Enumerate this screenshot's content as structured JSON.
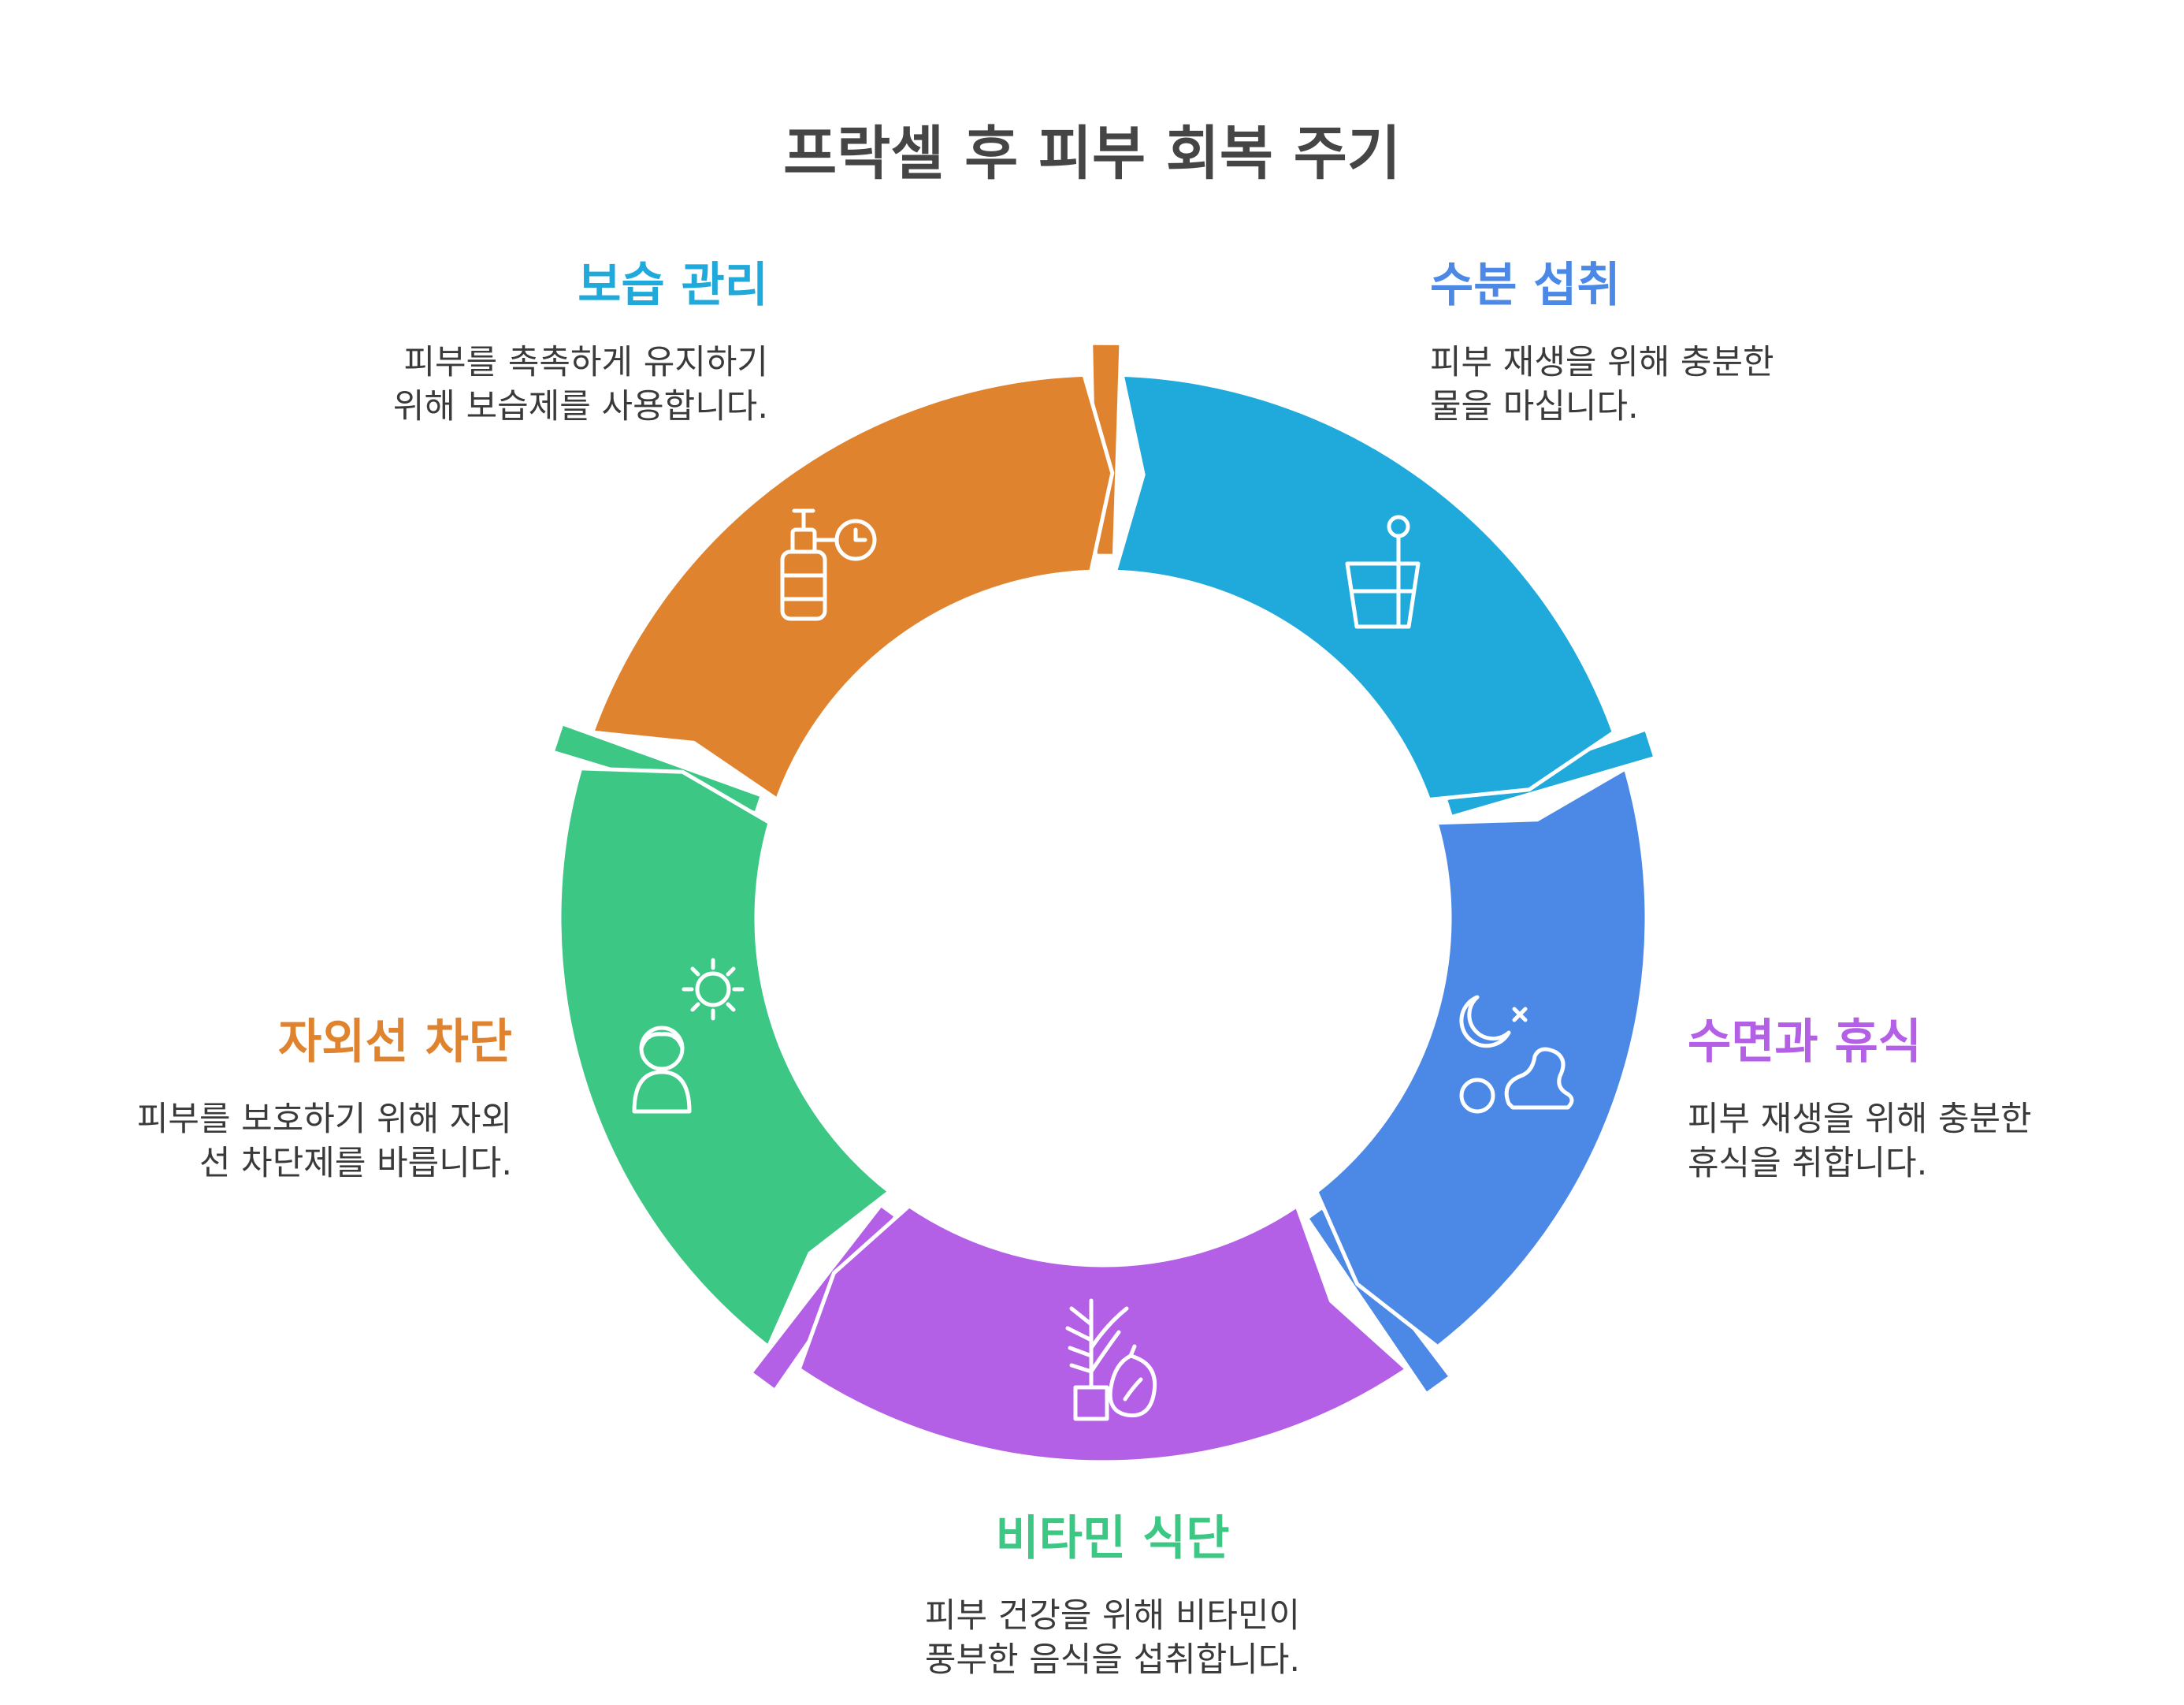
{
  "title": "프락셀 후 피부 회복 주기",
  "colors": {
    "moisture": "#1FAADB",
    "hydration": "#4C89E6",
    "rest": "#B35FE6",
    "vitamin": "#3DC785",
    "sunblock": "#E0832F",
    "title": "#454545",
    "text": "#3a3a3a"
  },
  "stages": [
    {
      "key": "moisture",
      "title": "보습 관리",
      "desc": [
        "피부를 촉촉하게 유지하기",
        "위해 보습제를 사용합니다."
      ],
      "icon": "lotion-bottle-clock-icon"
    },
    {
      "key": "hydration",
      "title": "수분 섭취",
      "desc": [
        "피부 재생을 위해 충분한",
        "물을 마십니다."
      ],
      "icon": "water-glass-straw-icon"
    },
    {
      "key": "rest",
      "title": "수면과 휴식",
      "desc": [
        "피부 재생을 위해 충분한",
        "휴식을 취합니다."
      ],
      "icon": "moon-sleeping-person-icon"
    },
    {
      "key": "vitamin",
      "title": "비타민 식단",
      "desc": [
        "피부 건강을 위해 비타민이",
        "풍부한 음식을 섭취합니다."
      ],
      "icon": "plant-lemon-icon"
    },
    {
      "key": "sunblock",
      "title": "자외선 차단",
      "desc": [
        "피부를 보호하기 위해 자외",
        "선 차단제를 바릅니다."
      ],
      "icon": "person-sun-icon"
    }
  ]
}
